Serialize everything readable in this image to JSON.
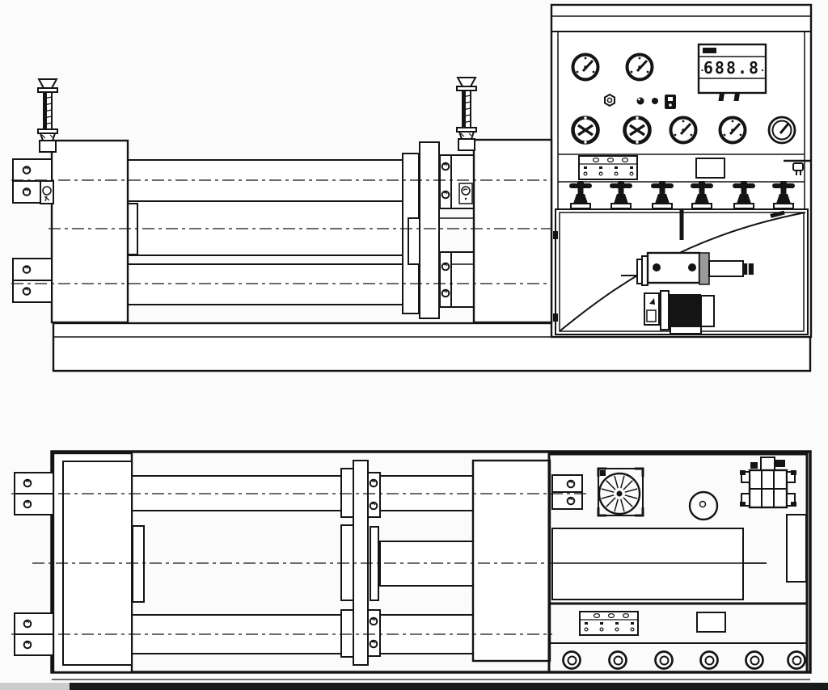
{
  "colors": {
    "ink": "#141414",
    "paper": "#fbfbfb",
    "footer_bar": "#1a1a1a",
    "footer_bar_cap": "#cccccc"
  },
  "display": {
    "value": "688.8"
  },
  "front_view": {
    "top_row_gauges": 2,
    "bottom_row_gauges": 5,
    "hand_valves": 6,
    "indicator_lights": 2,
    "toggle_switches": 1,
    "oiler_bolts": 2
  },
  "plan_view": {
    "panel_knobs": 6,
    "fan_blades": 12
  }
}
